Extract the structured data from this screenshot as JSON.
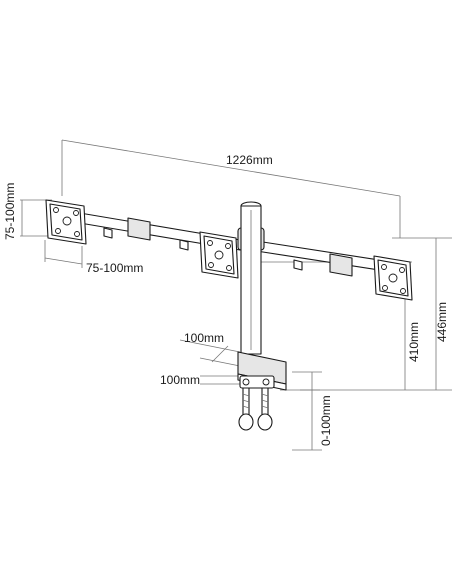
{
  "dimensions": {
    "total_width": "1226mm",
    "vesa_vertical": "75-100mm",
    "vesa_horizontal": "75-100mm",
    "pole_height_410": "410mm",
    "overall_height": "446mm",
    "clamp_depth_top": "100mm",
    "clamp_depth_bottom": "100mm",
    "desk_thickness": "0-100mm"
  },
  "colors": {
    "line": "#1a1a1a",
    "dimension_line": "#777777",
    "background": "#ffffff"
  }
}
